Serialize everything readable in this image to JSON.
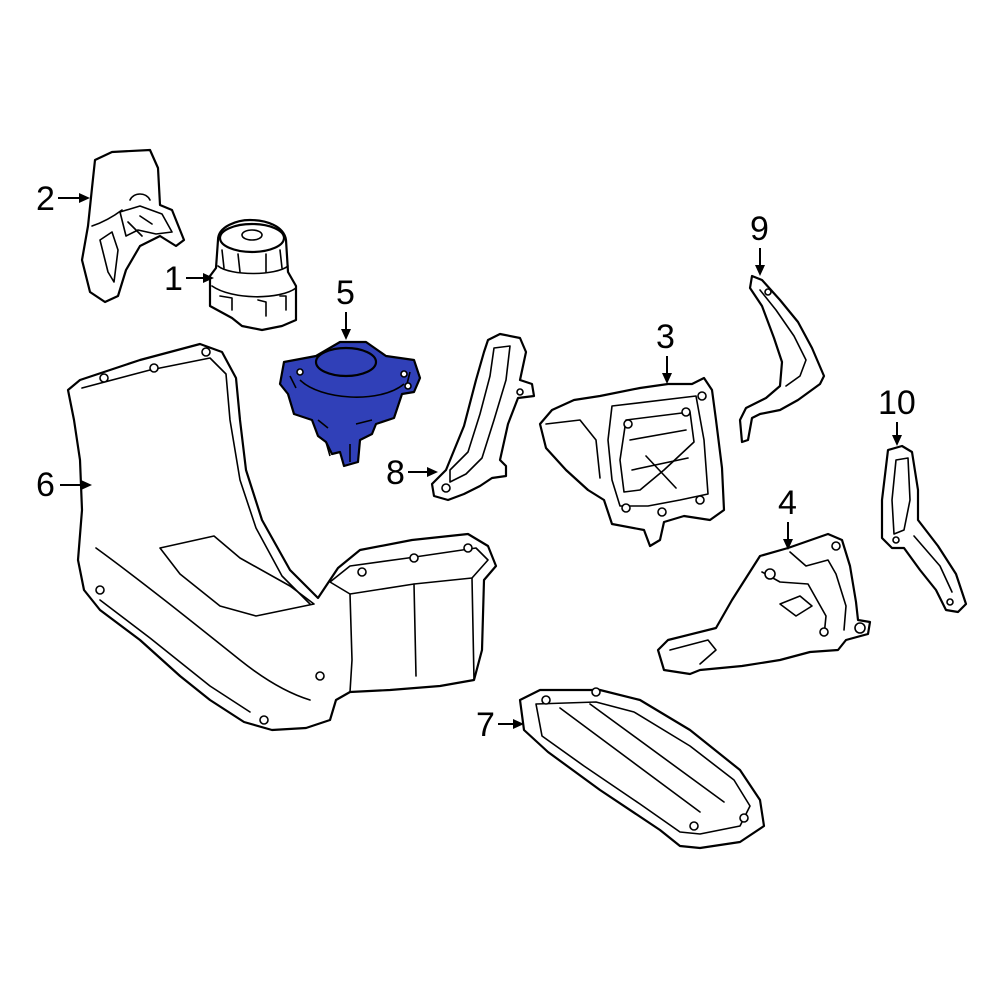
{
  "diagram": {
    "highlight_color": "#3040b8",
    "highlighted_part": "5",
    "callouts": [
      {
        "id": "1",
        "label": "1"
      },
      {
        "id": "2",
        "label": "2"
      },
      {
        "id": "3",
        "label": "3"
      },
      {
        "id": "4",
        "label": "4"
      },
      {
        "id": "5",
        "label": "5"
      },
      {
        "id": "6",
        "label": "6"
      },
      {
        "id": "7",
        "label": "7"
      },
      {
        "id": "8",
        "label": "8"
      },
      {
        "id": "9",
        "label": "9"
      },
      {
        "id": "10",
        "label": "10"
      }
    ]
  }
}
